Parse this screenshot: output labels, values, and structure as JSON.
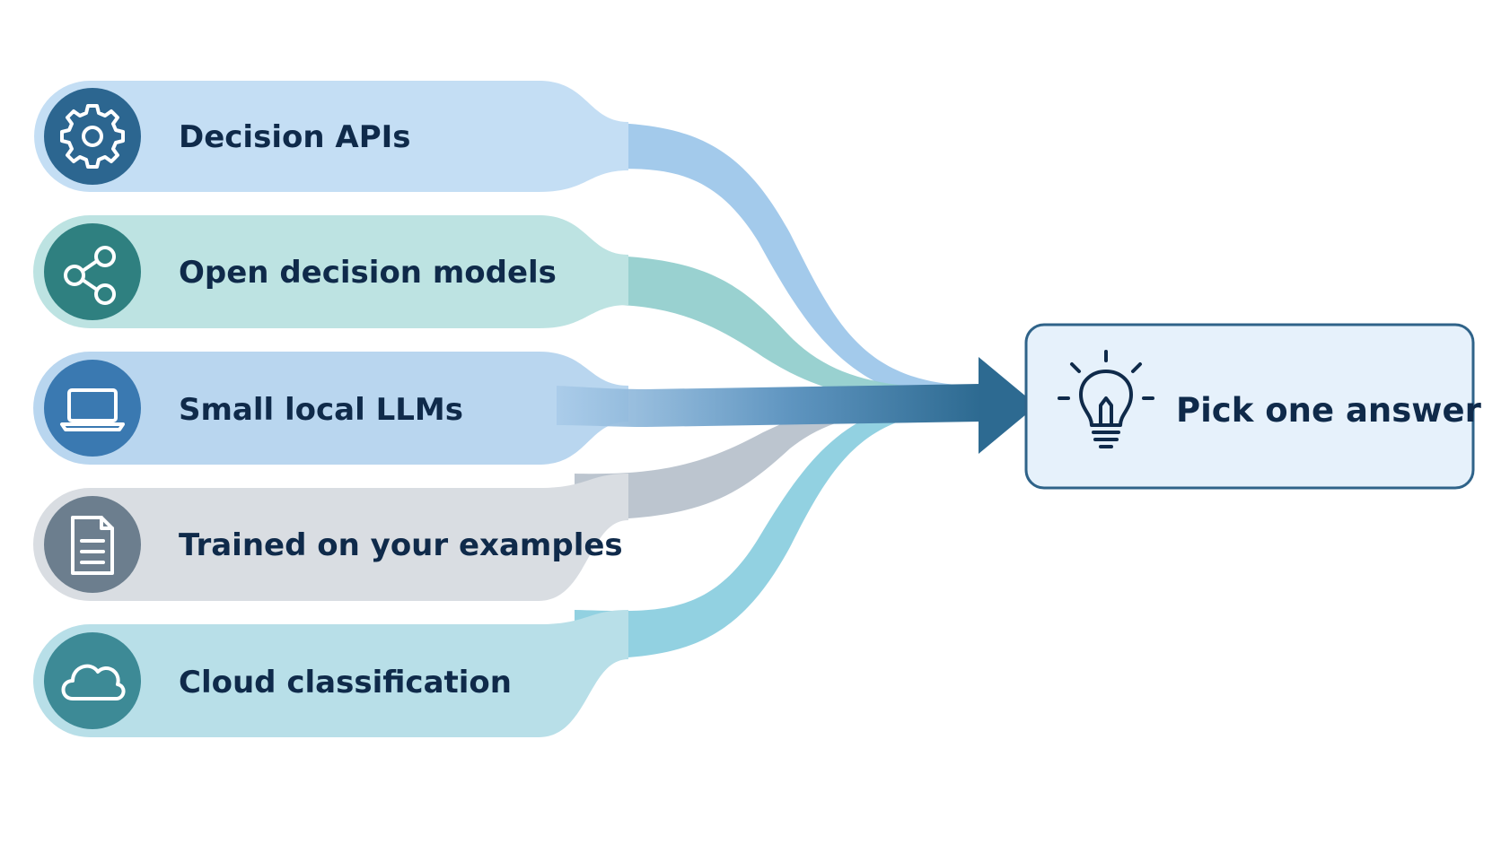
{
  "sources": [
    {
      "id": "decision-apis",
      "label": "Decision APIs",
      "icon": "gear-icon",
      "band_color": "#c4def4",
      "flow_color": "#9ec7ea",
      "icon_color": "#2c6690"
    },
    {
      "id": "open-decision-models",
      "label": "Open decision models",
      "icon": "share-nodes-icon",
      "band_color": "#bde3e2",
      "flow_color": "#93cfcd",
      "icon_color": "#2f8080"
    },
    {
      "id": "small-local-llms",
      "label": "Small local LLMs",
      "icon": "laptop-icon",
      "band_color": "#b9d6ef",
      "flow_color": "#a3c6e9",
      "icon_color": "#3a79b1"
    },
    {
      "id": "trained-on-your-examples",
      "label": "Trained on your examples",
      "icon": "document-icon",
      "band_color": "#d9dde2",
      "flow_color": "#b8c2cc",
      "icon_color": "#6c7e8e"
    },
    {
      "id": "cloud-classification",
      "label": "Cloud classification",
      "icon": "cloud-icon",
      "band_color": "#b8dfe8",
      "flow_color": "#8ccfdf",
      "icon_color": "#3d8a96"
    }
  ],
  "target": {
    "label": "Pick one answer",
    "icon": "lightbulb-icon",
    "box_fill": "#e6f1fb",
    "box_stroke": "#2f6389"
  },
  "arrow_color": "#2d6a91"
}
